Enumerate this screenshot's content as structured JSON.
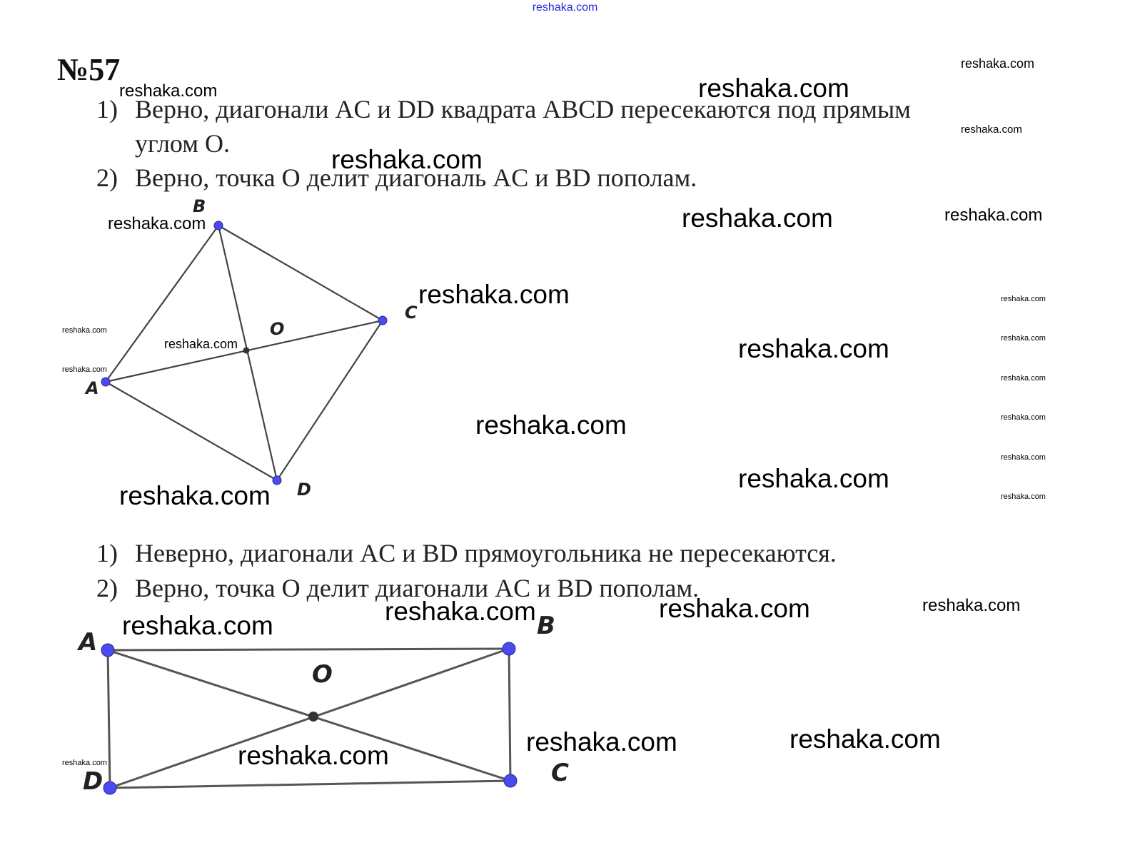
{
  "header": {
    "site_link": "reshaka.com"
  },
  "problem": {
    "title": "№57",
    "part1": [
      {
        "num": "1)",
        "line1": "Верно, диагонали AC и DD квадрата ABCD пересекаются под прямым",
        "line2": "углом O."
      },
      {
        "num": "2)",
        "line1": "Верно, точка O делит диагональ AC и BD пополам."
      }
    ],
    "part2": [
      {
        "num": "1)",
        "line1": "Неверно, диагонали AC и BD прямоугольника не пересекаются."
      },
      {
        "num": "2)",
        "line1": "Верно, точка O делит диагонали AC и BD пополам."
      }
    ]
  },
  "figure_square": {
    "labels": {
      "A": "A",
      "B": "B",
      "C": "C",
      "D": "D",
      "O": "O"
    },
    "point_color": "#4a4af0",
    "line_color": "#444444"
  },
  "figure_rect": {
    "labels": {
      "A": "A",
      "B": "B",
      "C": "C",
      "D": "D",
      "O": "O"
    },
    "point_color": "#4a4af0",
    "line_color": "#555555"
  },
  "watermark": "reshaka.com"
}
